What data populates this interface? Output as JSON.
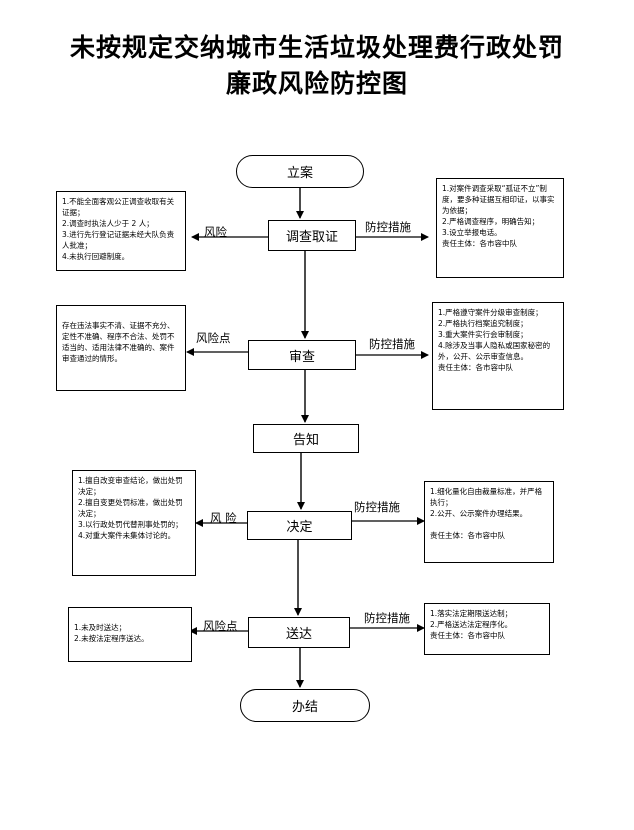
{
  "title": {
    "line1": "未按规定交纳城市生活垃圾处理费行政处罚",
    "line2": "廉政风险防控图"
  },
  "steps": {
    "start": "立案",
    "investigate": "调查取证",
    "review": "审查",
    "notify": "告知",
    "decide": "决定",
    "deliver": "送达",
    "end": "办结"
  },
  "edge_labels": {
    "risk_1": "风险",
    "control_1": "防控措施",
    "risk_2": "风险点",
    "control_2": "防控措施",
    "risk_3": "风  险",
    "control_3": "防控措施",
    "risk_4": "风险点",
    "control_4": "防控措施"
  },
  "notes": {
    "risk_investigate": "1.不能全面客观公正调查收取有关证据；\n2.调查时执法人少于 2 人；\n3.进行先行登记证据未经大队负责人批准；\n4.未执行回避制度。",
    "control_investigate": "1.对案件调查采取“孤证不立”制度，要多种证据互相印证，以事实为依据；\n2.严格调查程序，明确告知；\n3.设立举报电话。\n责任主体：各市容中队",
    "risk_review": "存在违法事实不清、证据不充分、定性不准确、程序不合法、处罚不适当的、适用法律不准确的、案件审查通过的情形。",
    "control_review": "1.严格遵守案件分级审查制度；\n2.严格执行档案追究制度；\n3.重大案件实行会审制度；\n4.除涉及当事人隐私或国家秘密的外，公开、公示审查信息。\n责任主体：各市容中队",
    "risk_decide": "1.擅自改变审查结论，做出处罚决定；\n2.擅自变更处罚标准，做出处罚决定；\n3.以行政处罚代替刑事处罚的；\n4.对重大案件未集体讨论的。",
    "control_decide": "1.细化量化自由裁量标准，并严格执行；\n2.公开、公示案件办理结果。\n\n责任主体：各市容中队",
    "risk_deliver": "1.未及时送达；\n2.未按法定程序送达。",
    "control_deliver": "1.落实法定期限送达制；\n2.严格送达法定程序化。\n责任主体：各市容中队"
  }
}
